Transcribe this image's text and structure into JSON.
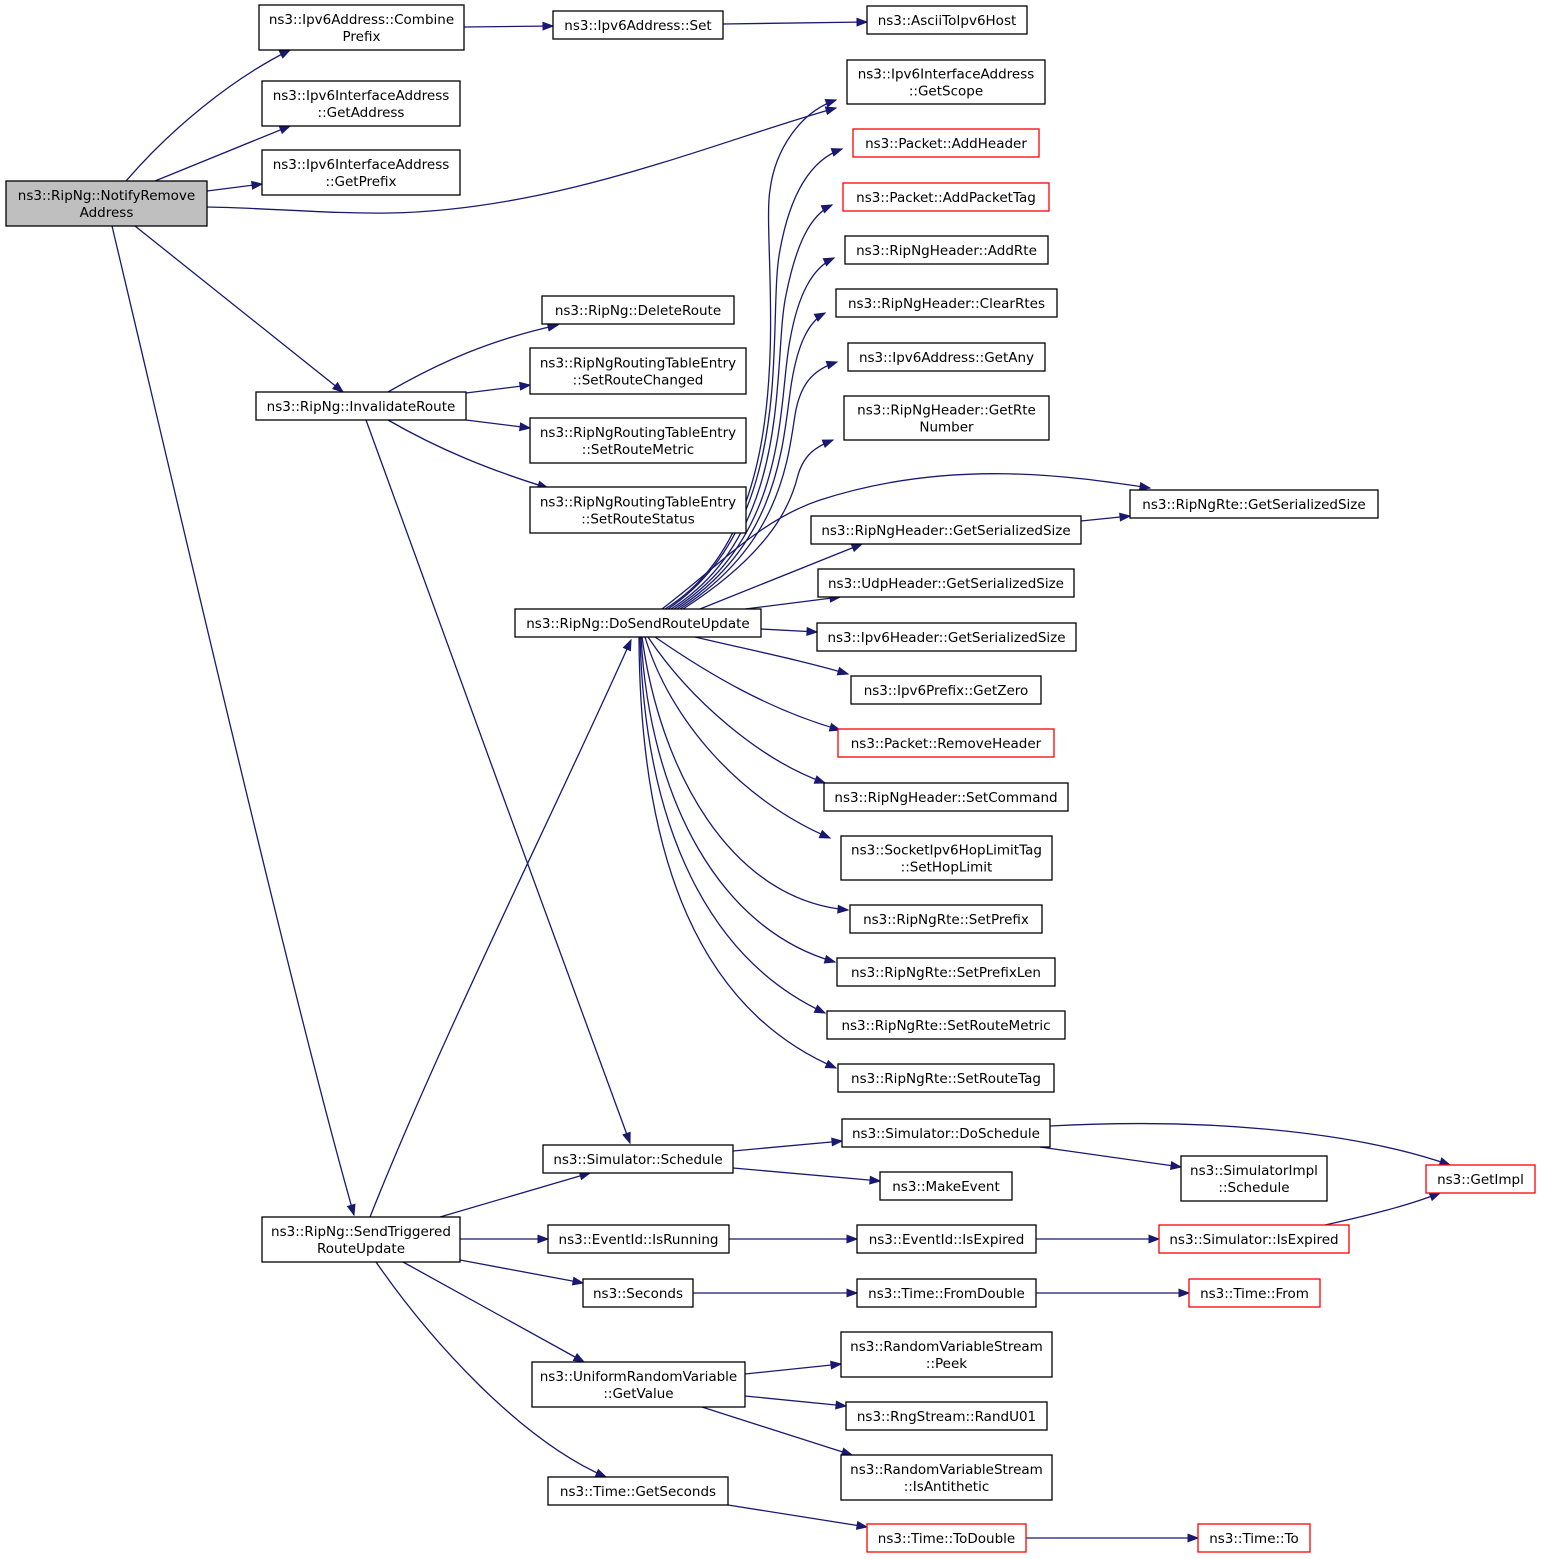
{
  "colors": {
    "edge": "#191970",
    "node_border": "#000000",
    "truncated_border": "#ff0000",
    "root_fill": "#bfbfbf",
    "node_fill": "#ffffff"
  },
  "nodes": {
    "notifyRemove": {
      "lines": [
        "ns3::RipNg::NotifyRemove",
        "Address"
      ],
      "kind": "root"
    },
    "combinePrefix": {
      "lines": [
        "ns3::Ipv6Address::Combine",
        "Prefix"
      ],
      "kind": "normal"
    },
    "ipv6Set": {
      "lines": [
        "ns3::Ipv6Address::Set"
      ],
      "kind": "normal"
    },
    "asciiToIpv6Host": {
      "lines": [
        "ns3::AsciiToIpv6Host"
      ],
      "kind": "normal"
    },
    "getAddress": {
      "lines": [
        "ns3::Ipv6InterfaceAddress",
        "::GetAddress"
      ],
      "kind": "normal"
    },
    "getPrefix": {
      "lines": [
        "ns3::Ipv6InterfaceAddress",
        "::GetPrefix"
      ],
      "kind": "normal"
    },
    "getScope": {
      "lines": [
        "ns3::Ipv6InterfaceAddress",
        "::GetScope"
      ],
      "kind": "normal"
    },
    "addHeader": {
      "lines": [
        "ns3::Packet::AddHeader"
      ],
      "kind": "truncated"
    },
    "addPacketTag": {
      "lines": [
        "ns3::Packet::AddPacketTag"
      ],
      "kind": "truncated"
    },
    "addRte": {
      "lines": [
        "ns3::RipNgHeader::AddRte"
      ],
      "kind": "normal"
    },
    "clearRtes": {
      "lines": [
        "ns3::RipNgHeader::ClearRtes"
      ],
      "kind": "normal"
    },
    "getAny": {
      "lines": [
        "ns3::Ipv6Address::GetAny"
      ],
      "kind": "normal"
    },
    "getRteNumber": {
      "lines": [
        "ns3::RipNgHeader::GetRte",
        "Number"
      ],
      "kind": "normal"
    },
    "rteGetSerializedSize": {
      "lines": [
        "ns3::RipNgRte::GetSerializedSize"
      ],
      "kind": "normal"
    },
    "hdrGetSerializedSize": {
      "lines": [
        "ns3::RipNgHeader::GetSerializedSize"
      ],
      "kind": "normal"
    },
    "udpGetSerializedSize": {
      "lines": [
        "ns3::UdpHeader::GetSerializedSize"
      ],
      "kind": "normal"
    },
    "ipv6GetSerializedSize": {
      "lines": [
        "ns3::Ipv6Header::GetSerializedSize"
      ],
      "kind": "normal"
    },
    "getZero": {
      "lines": [
        "ns3::Ipv6Prefix::GetZero"
      ],
      "kind": "normal"
    },
    "removeHeader": {
      "lines": [
        "ns3::Packet::RemoveHeader"
      ],
      "kind": "truncated"
    },
    "setCommand": {
      "lines": [
        "ns3::RipNgHeader::SetCommand"
      ],
      "kind": "normal"
    },
    "setHopLimit": {
      "lines": [
        "ns3::SocketIpv6HopLimitTag",
        "::SetHopLimit"
      ],
      "kind": "normal"
    },
    "setPrefix": {
      "lines": [
        "ns3::RipNgRte::SetPrefix"
      ],
      "kind": "normal"
    },
    "setPrefixLen": {
      "lines": [
        "ns3::RipNgRte::SetPrefixLen"
      ],
      "kind": "normal"
    },
    "rteSetRouteMetric": {
      "lines": [
        "ns3::RipNgRte::SetRouteMetric"
      ],
      "kind": "normal"
    },
    "setRouteTag": {
      "lines": [
        "ns3::RipNgRte::SetRouteTag"
      ],
      "kind": "normal"
    },
    "deleteRoute": {
      "lines": [
        "ns3::RipNg::DeleteRoute"
      ],
      "kind": "normal"
    },
    "setRouteChanged": {
      "lines": [
        "ns3::RipNgRoutingTableEntry",
        "::SetRouteChanged"
      ],
      "kind": "normal"
    },
    "setRouteMetric": {
      "lines": [
        "ns3::RipNgRoutingTableEntry",
        "::SetRouteMetric"
      ],
      "kind": "normal"
    },
    "setRouteStatus": {
      "lines": [
        "ns3::RipNgRoutingTableEntry",
        "::SetRouteStatus"
      ],
      "kind": "normal"
    },
    "invalidateRoute": {
      "lines": [
        "ns3::RipNg::InvalidateRoute"
      ],
      "kind": "normal"
    },
    "doSendRouteUpdate": {
      "lines": [
        "ns3::RipNg::DoSendRouteUpdate"
      ],
      "kind": "normal"
    },
    "sendTriggered": {
      "lines": [
        "ns3::RipNg::SendTriggered",
        "RouteUpdate"
      ],
      "kind": "normal"
    },
    "schedule": {
      "lines": [
        "ns3::Simulator::Schedule"
      ],
      "kind": "normal"
    },
    "doSchedule": {
      "lines": [
        "ns3::Simulator::DoSchedule"
      ],
      "kind": "normal"
    },
    "makeEvent": {
      "lines": [
        "ns3::MakeEvent"
      ],
      "kind": "normal"
    },
    "implSchedule": {
      "lines": [
        "ns3::SimulatorImpl",
        "::Schedule"
      ],
      "kind": "normal"
    },
    "getImpl": {
      "lines": [
        "ns3::GetImpl"
      ],
      "kind": "truncated"
    },
    "isRunning": {
      "lines": [
        "ns3::EventId::IsRunning"
      ],
      "kind": "normal"
    },
    "eventIsExpired": {
      "lines": [
        "ns3::EventId::IsExpired"
      ],
      "kind": "normal"
    },
    "simIsExpired": {
      "lines": [
        "ns3::Simulator::IsExpired"
      ],
      "kind": "truncated"
    },
    "seconds": {
      "lines": [
        "ns3::Seconds"
      ],
      "kind": "normal"
    },
    "fromDouble": {
      "lines": [
        "ns3::Time::FromDouble"
      ],
      "kind": "normal"
    },
    "timeFrom": {
      "lines": [
        "ns3::Time::From"
      ],
      "kind": "truncated"
    },
    "uniformGetValue": {
      "lines": [
        "ns3::UniformRandomVariable",
        "::GetValue"
      ],
      "kind": "normal"
    },
    "peek": {
      "lines": [
        "ns3::RandomVariableStream",
        "::Peek"
      ],
      "kind": "normal"
    },
    "randU01": {
      "lines": [
        "ns3::RngStream::RandU01"
      ],
      "kind": "normal"
    },
    "isAntithetic": {
      "lines": [
        "ns3::RandomVariableStream",
        "::IsAntithetic"
      ],
      "kind": "normal"
    },
    "getSeconds": {
      "lines": [
        "ns3::Time::GetSeconds"
      ],
      "kind": "normal"
    },
    "toDouble": {
      "lines": [
        "ns3::Time::ToDouble"
      ],
      "kind": "truncated"
    },
    "timeTo": {
      "lines": [
        "ns3::Time::To"
      ],
      "kind": "truncated"
    }
  },
  "edges": [
    [
      "notifyRemove",
      "combinePrefix"
    ],
    [
      "notifyRemove",
      "getAddress"
    ],
    [
      "notifyRemove",
      "getPrefix"
    ],
    [
      "notifyRemove",
      "getScope"
    ],
    [
      "notifyRemove",
      "invalidateRoute"
    ],
    [
      "notifyRemove",
      "sendTriggered"
    ],
    [
      "combinePrefix",
      "ipv6Set"
    ],
    [
      "ipv6Set",
      "asciiToIpv6Host"
    ],
    [
      "invalidateRoute",
      "deleteRoute"
    ],
    [
      "invalidateRoute",
      "setRouteChanged"
    ],
    [
      "invalidateRoute",
      "setRouteMetric"
    ],
    [
      "invalidateRoute",
      "setRouteStatus"
    ],
    [
      "invalidateRoute",
      "schedule"
    ],
    [
      "doSendRouteUpdate",
      "getScope"
    ],
    [
      "doSendRouteUpdate",
      "addHeader"
    ],
    [
      "doSendRouteUpdate",
      "addPacketTag"
    ],
    [
      "doSendRouteUpdate",
      "addRte"
    ],
    [
      "doSendRouteUpdate",
      "clearRtes"
    ],
    [
      "doSendRouteUpdate",
      "getAny"
    ],
    [
      "doSendRouteUpdate",
      "getRteNumber"
    ],
    [
      "doSendRouteUpdate",
      "rteGetSerializedSize"
    ],
    [
      "doSendRouteUpdate",
      "hdrGetSerializedSize"
    ],
    [
      "doSendRouteUpdate",
      "udpGetSerializedSize"
    ],
    [
      "doSendRouteUpdate",
      "ipv6GetSerializedSize"
    ],
    [
      "doSendRouteUpdate",
      "getZero"
    ],
    [
      "doSendRouteUpdate",
      "removeHeader"
    ],
    [
      "doSendRouteUpdate",
      "setCommand"
    ],
    [
      "doSendRouteUpdate",
      "setHopLimit"
    ],
    [
      "doSendRouteUpdate",
      "setPrefix"
    ],
    [
      "doSendRouteUpdate",
      "setPrefixLen"
    ],
    [
      "doSendRouteUpdate",
      "rteSetRouteMetric"
    ],
    [
      "doSendRouteUpdate",
      "setRouteTag"
    ],
    [
      "hdrGetSerializedSize",
      "rteGetSerializedSize"
    ],
    [
      "sendTriggered",
      "doSendRouteUpdate"
    ],
    [
      "sendTriggered",
      "schedule"
    ],
    [
      "sendTriggered",
      "isRunning"
    ],
    [
      "sendTriggered",
      "seconds"
    ],
    [
      "sendTriggered",
      "uniformGetValue"
    ],
    [
      "sendTriggered",
      "getSeconds"
    ],
    [
      "schedule",
      "doSchedule"
    ],
    [
      "schedule",
      "makeEvent"
    ],
    [
      "doSchedule",
      "getImpl"
    ],
    [
      "doSchedule",
      "implSchedule"
    ],
    [
      "isRunning",
      "eventIsExpired"
    ],
    [
      "eventIsExpired",
      "simIsExpired"
    ],
    [
      "simIsExpired",
      "getImpl"
    ],
    [
      "seconds",
      "fromDouble"
    ],
    [
      "fromDouble",
      "timeFrom"
    ],
    [
      "uniformGetValue",
      "peek"
    ],
    [
      "uniformGetValue",
      "randU01"
    ],
    [
      "uniformGetValue",
      "isAntithetic"
    ],
    [
      "getSeconds",
      "toDouble"
    ],
    [
      "toDouble",
      "timeTo"
    ]
  ]
}
